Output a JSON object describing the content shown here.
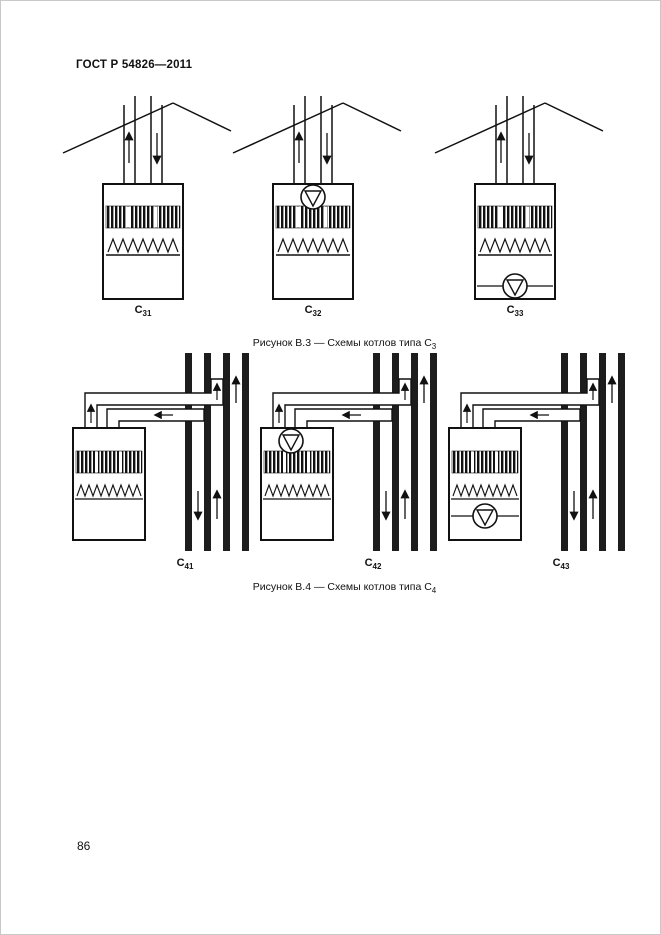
{
  "page": {
    "header_title": "ГОСТ Р 54826—2011",
    "page_number": "86"
  },
  "colors": {
    "ink": "#111111",
    "page_background": "#ffffff",
    "page_border": "#c9c9c9"
  },
  "figures": [
    {
      "id": "B.3",
      "caption_text": "Рисунок В.3 — Схемы котлов типа С",
      "caption_sub": "3",
      "diagrams": [
        {
          "label_base": "С",
          "label_sub": "31",
          "fan": "none"
        },
        {
          "label_base": "С",
          "label_sub": "32",
          "fan": "top-mounted"
        },
        {
          "label_base": "С",
          "label_sub": "33",
          "fan": "bottom-mounted"
        }
      ]
    },
    {
      "id": "B.4",
      "caption_text": "Рисунок В.4 — Схемы котлов типа С",
      "caption_sub": "4",
      "diagrams": [
        {
          "label_base": "С",
          "label_sub": "41",
          "fan": "none"
        },
        {
          "label_base": "С",
          "label_sub": "42",
          "fan": "top-mounted"
        },
        {
          "label_base": "С",
          "label_sub": "43",
          "fan": "bottom-mounted"
        }
      ]
    }
  ]
}
